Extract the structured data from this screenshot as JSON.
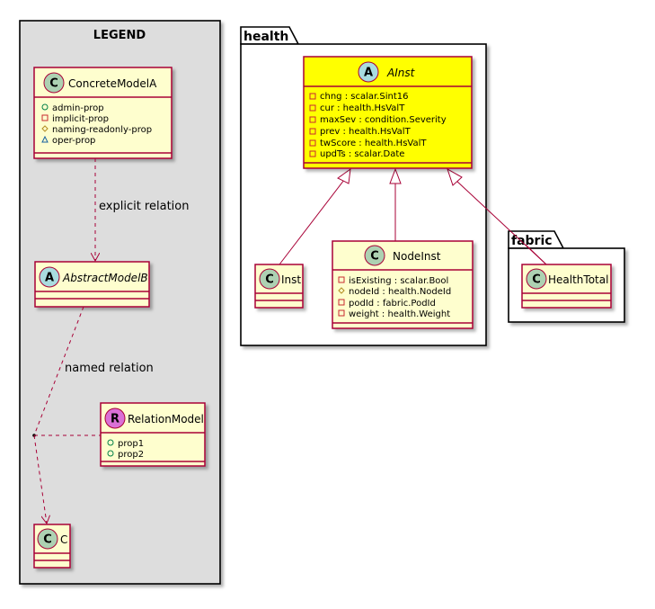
{
  "legend": {
    "title": "LEGEND",
    "concrete_model": {
      "stereotype": "C",
      "name": "ConcreteModelA",
      "props": [
        {
          "vis": "+",
          "name": "admin-prop"
        },
        {
          "vis": "-",
          "name": "implicit-prop"
        },
        {
          "vis": "#",
          "name": "naming-readonly-prop"
        },
        {
          "vis": "~",
          "name": "oper-prop"
        }
      ]
    },
    "abstract_model": {
      "stereotype": "A",
      "name": "AbstractModelB"
    },
    "relation_model": {
      "stereotype": "R",
      "name": "RelationModel",
      "props": [
        {
          "vis": "+",
          "name": "prop1"
        },
        {
          "vis": "+",
          "name": "prop2"
        }
      ]
    },
    "class_c": {
      "stereotype": "C",
      "name": "C"
    },
    "explicit_label": "explicit relation",
    "named_label": "named relation"
  },
  "health_package": {
    "name": "health",
    "ainst": {
      "stereotype": "A",
      "name": "AInst",
      "props": [
        {
          "vis": "-",
          "name": "chng : scalar.Sint16"
        },
        {
          "vis": "-",
          "name": "cur : health.HsValT"
        },
        {
          "vis": "-",
          "name": "maxSev : condition.Severity"
        },
        {
          "vis": "-",
          "name": "prev : health.HsValT"
        },
        {
          "vis": "-",
          "name": "twScore : health.HsValT"
        },
        {
          "vis": "-",
          "name": "updTs : scalar.Date"
        }
      ]
    },
    "inst": {
      "stereotype": "C",
      "name": "Inst"
    },
    "nodeinst": {
      "stereotype": "C",
      "name": "NodeInst",
      "props": [
        {
          "vis": "-",
          "name": "isExisting : scalar.Bool"
        },
        {
          "vis": "#",
          "name": "nodeId : health.NodeId"
        },
        {
          "vis": "-",
          "name": "podId : fabric.PodId"
        },
        {
          "vis": "-",
          "name": "weight : health.Weight"
        }
      ]
    }
  },
  "fabric_package": {
    "name": "fabric",
    "healthtotal": {
      "stereotype": "C",
      "name": "HealthTotal"
    }
  },
  "colors": {
    "class_fill": "#FEFECE",
    "class_border": "#A80036",
    "highlight_fill": "#FFFF00",
    "class_badge": "#ADD1B2",
    "abstract_badge": "#A9DCDF",
    "relation_badge": "#DA70D6",
    "legend_bg": "#DDDDDD"
  }
}
